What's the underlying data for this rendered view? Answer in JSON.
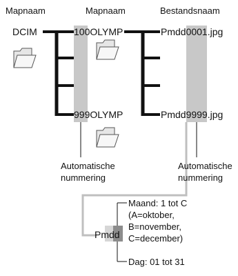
{
  "headers": {
    "col1": "Mapnaam",
    "col2": "Mapnaam",
    "col3": "Bestandsnaam"
  },
  "folders": {
    "root": "DCIM",
    "first_sub": "100OLYMP",
    "first_sub_shaded": "100",
    "last_sub": "999OLYMP",
    "last_sub_shaded": "999"
  },
  "files": {
    "first": "Pmdd0001.jpg",
    "first_shaded": "0001",
    "last": "Pmdd9999.jpg",
    "last_shaded": "9999"
  },
  "auto_numbering": {
    "folders": [
      "Automatische",
      "nummering"
    ],
    "files": [
      "Automatische",
      "nummering"
    ]
  },
  "detail": {
    "prefix": "Pmdd",
    "month_note": [
      "Maand: 1 tot C",
      "(A=oktober,",
      "B=november,",
      "C=december)"
    ],
    "day_note": "Dag: 01 tot 31"
  },
  "icons": [
    "folder-icon",
    "folder-icon",
    "folder-icon",
    "folder-icon"
  ],
  "colors": {
    "line": "#111111",
    "shade": "#c8c8c8",
    "connector": "#bfbfbf",
    "prefix_light": "#d6d6d6",
    "prefix_dark": "#8c8c8c"
  }
}
